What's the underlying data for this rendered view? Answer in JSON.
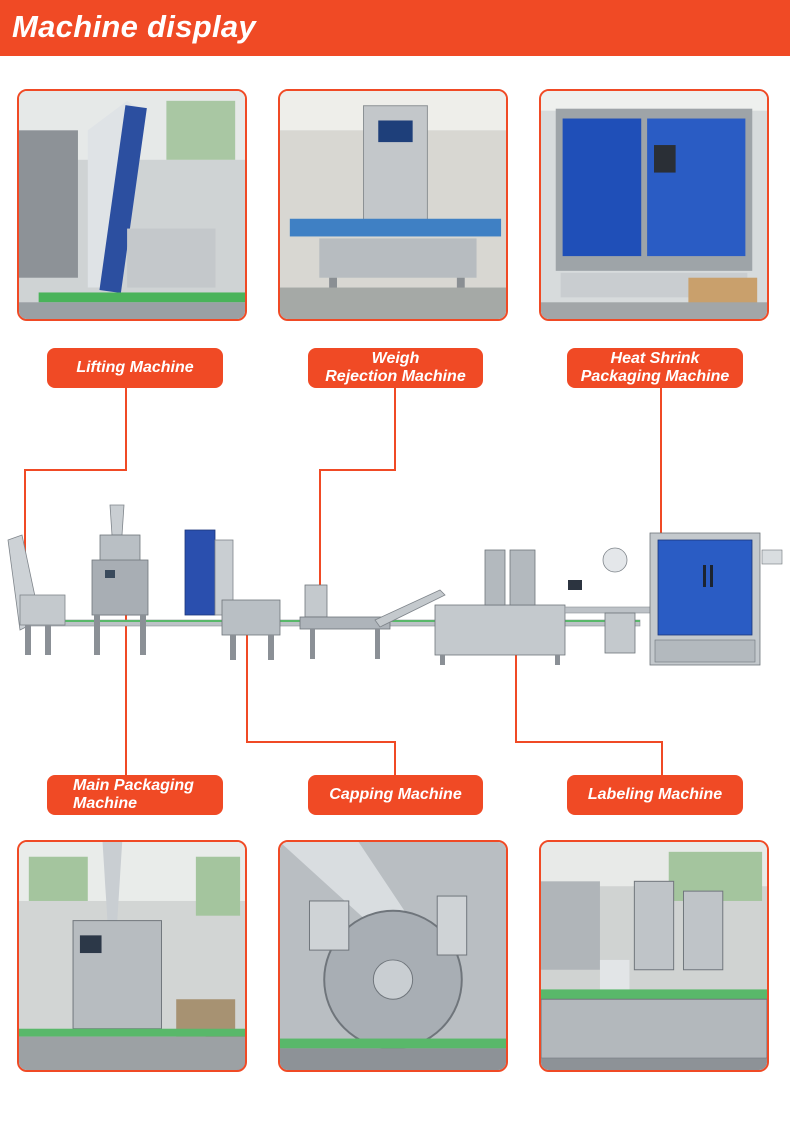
{
  "header": {
    "title": "Machine display"
  },
  "labels": {
    "lifting": "Lifting Machine",
    "weigh": "Weigh\nRejection Machine",
    "heat_shrink": "Heat Shrink\nPackaging Machine",
    "main_packaging": "Main Packaging\nMachine",
    "capping": "Capping Machine",
    "labeling": "Labeling Machine"
  },
  "colors": {
    "accent": "#f04a25",
    "steel": "#b9bfc6",
    "blue_panel": "#1f4fb8"
  }
}
